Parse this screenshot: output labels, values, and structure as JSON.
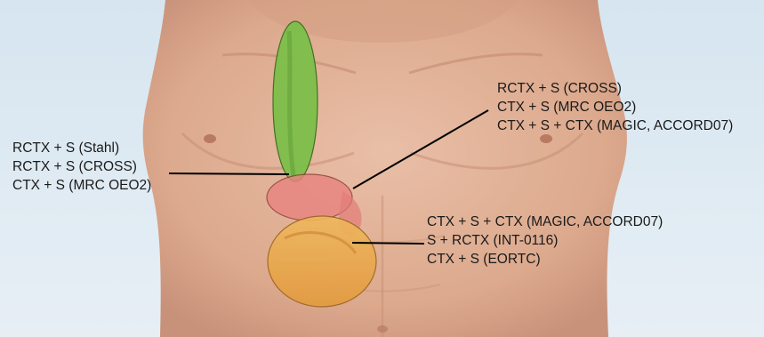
{
  "colors": {
    "background": "#dde9f2",
    "skin": "#e3b49b",
    "skin_shadow": "#c98f74",
    "esophagus": "#7cbf4a",
    "gej": "#e8837f",
    "stomach": "#e9a950",
    "line": "#000000"
  },
  "regions": [
    {
      "name": "esophagus",
      "labels": [
        "RCTX + S (Stahl)",
        "RCTX + S (CROSS)",
        "CTX + S (MRC OEO2)"
      ]
    },
    {
      "name": "gastroesophageal-junction",
      "labels": [
        "RCTX + S (CROSS)",
        "CTX + S (MRC OEO2)",
        "CTX + S + CTX (MAGIC, ACCORD07)"
      ]
    },
    {
      "name": "stomach",
      "labels": [
        "CTX + S + CTX (MAGIC, ACCORD07)",
        "S + RCTX (INT-0116)",
        "CTX + S (EORTC)"
      ]
    }
  ]
}
